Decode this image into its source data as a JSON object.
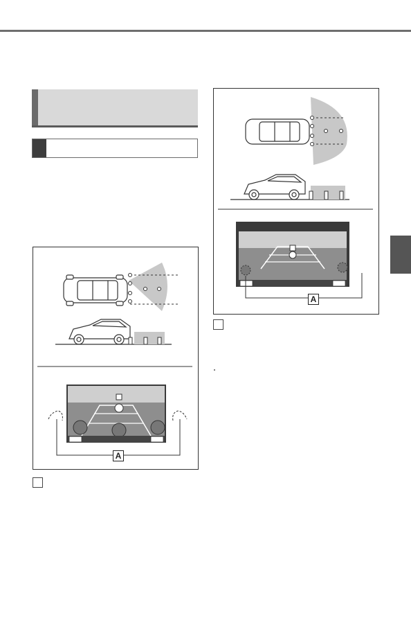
{
  "figures": {
    "left": {
      "callout_label": "A"
    },
    "right": {
      "callout_label": "A"
    }
  },
  "icons": {
    "header_stripe": "section-marker",
    "sub_block": "subsection-marker",
    "camera_sensor": "camera-sensor-icon",
    "display_mode": "view-mode-icon",
    "guide_lines": "guide-lines-icon"
  },
  "colors": {
    "section_header_bg": "#d9d9d9",
    "side_tab": "#555555",
    "detection_zone": "#c8c8c8",
    "screen_frame": "#3a3a3a",
    "screen_sky": "#cfcfcf"
  }
}
